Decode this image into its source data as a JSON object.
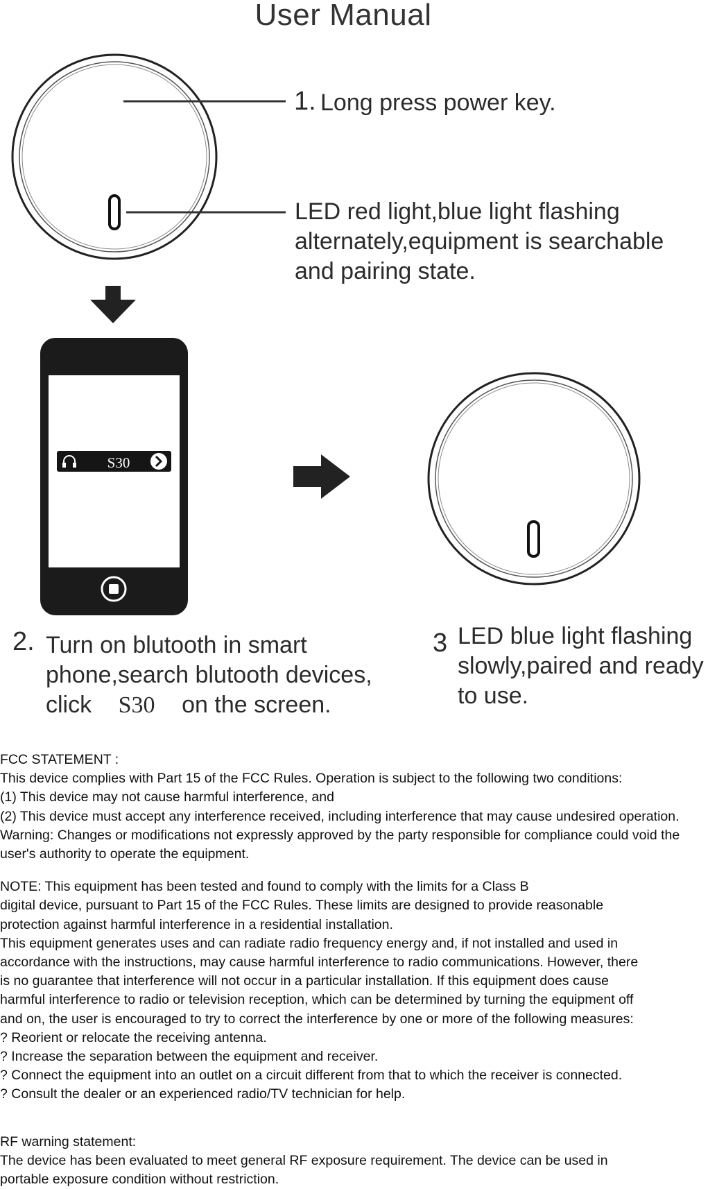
{
  "title": "User Manual",
  "steps": {
    "step1": {
      "number": "1.",
      "label": "Long press power key."
    },
    "led1": {
      "lines": [
        "LED red light,blue light flashing",
        "alternately,equipment is searchable",
        "and pairing state."
      ]
    },
    "step2": {
      "number": "2.",
      "lines": [
        "Turn on blutooth in smart",
        "phone,search blutooth devices,"
      ],
      "line3_pre": "click",
      "line3_device": "S30",
      "line3_post": "on the screen."
    },
    "step3": {
      "number": "3",
      "lines": [
        "LED blue light flashing",
        "slowly,paired and ready",
        "to use."
      ]
    }
  },
  "phone": {
    "device_name": "S30",
    "headphone_icon": "headphone-icon",
    "chevron_icon": "chevron-right-icon"
  },
  "fcc": {
    "lines_a": [
      "FCC STATEMENT :",
      "This device complies with Part 15 of the FCC Rules. Operation is subject to the following two conditions:",
      "(1) This device may not cause harmful interference, and",
      "(2) This device must accept any interference received, including interference that may cause undesired operation.",
      "Warning: Changes or modifications not expressly approved by the party responsible for compliance could void the",
      "user's authority to operate the equipment."
    ],
    "lines_b": [
      "NOTE: This equipment has been tested and found to comply with the limits for a Class B",
      "digital device, pursuant to Part 15 of the FCC Rules. These limits are designed to provide reasonable",
      "protection against harmful interference in a residential installation.",
      "This equipment generates uses and can radiate radio frequency energy and, if not installed and used in",
      "accordance with the instructions, may cause harmful interference to radio communications. However, there",
      "is no guarantee that interference will not occur in a particular installation. If this equipment does cause",
      "harmful interference to radio or television reception, which can be determined by turning the equipment off",
      "and on, the user is encouraged to try to correct the interference by one or more of the following measures:",
      "? Reorient or relocate the receiving antenna.",
      "? Increase the separation between the equipment and receiver.",
      "? Connect the equipment into an outlet on a circuit different from that to which the receiver is connected.",
      "? Consult the dealer or an experienced radio/TV technician for help."
    ],
    "lines_c": [
      "RF warning statement:",
      "The device has been evaluated to meet general RF exposure requirement. The device can be used in",
      "portable exposure condition without restriction."
    ]
  }
}
